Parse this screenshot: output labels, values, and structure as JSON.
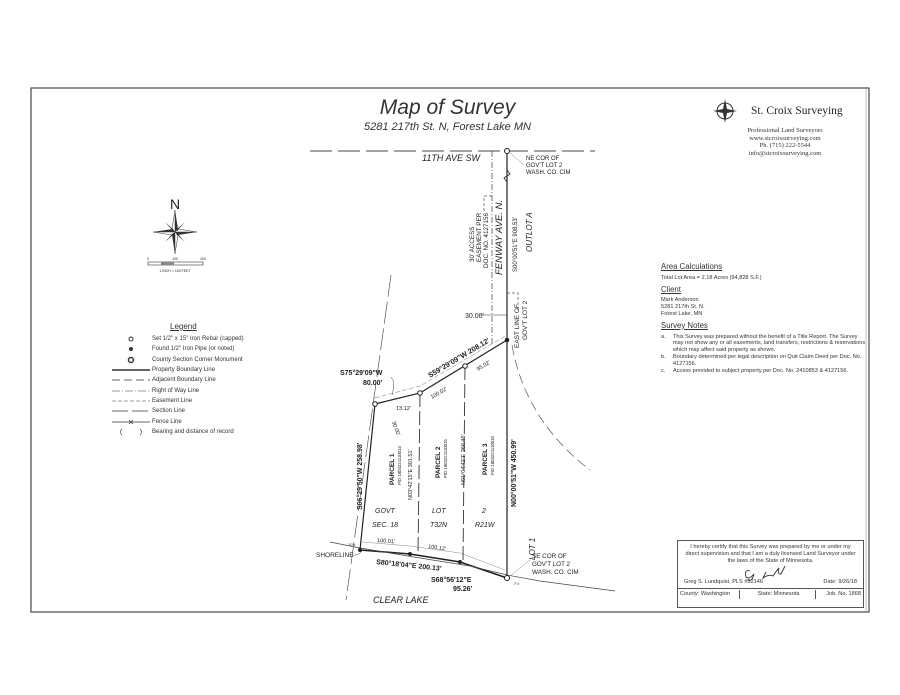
{
  "header": {
    "title": "Map of Survey",
    "subtitle": "5281 217th St. N, Forest Lake MN"
  },
  "company": {
    "name": "St. Croix Surveying",
    "tagline": "Professional Land Surveyors",
    "website": "www.stcroixsurveying.com",
    "phone": "Ph. (715) 222-5544",
    "email": "info@stcroixsurveying.com",
    "logo_icon": "compass-rose-icon"
  },
  "north_arrow": {
    "label": "N",
    "scale_ticks": [
      "0",
      "100",
      "200"
    ],
    "scale_text": "1 INCH = 100 FEET"
  },
  "legend": {
    "title": "Legend",
    "items": [
      {
        "symbol": "open-circle",
        "label": "Set 1/2\" x 15\" Iron Rebar (capped)"
      },
      {
        "symbol": "filled-circle",
        "label": "Found 1/2\" Iron Pipe (or noted)"
      },
      {
        "symbol": "monument",
        "label": "County Section Corner Monument"
      },
      {
        "symbol": "thick-line",
        "label": "Property Boundary Line"
      },
      {
        "symbol": "long-dash",
        "label": "Adjacent Boundary Line"
      },
      {
        "symbol": "dash-dot",
        "label": "Right of Way Line"
      },
      {
        "symbol": "short-dash",
        "label": "Easement Line"
      },
      {
        "symbol": "section",
        "label": "Section Line"
      },
      {
        "symbol": "fence",
        "label": "Fence Line"
      },
      {
        "symbol": "parens",
        "label": "Bearing and distance of record"
      }
    ]
  },
  "map": {
    "road_north": "11TH AVE SW",
    "road_east": "FENWAY AVE. N.",
    "ne_corner": [
      "NE COR OF",
      "GOV'T LOT 2",
      "WASH. CO. CIM"
    ],
    "se_corner": [
      "SE COR OF",
      "GOV'T LOT 2",
      "WASH. CO. CIM"
    ],
    "easement": [
      "30' ACCESS",
      "EASEMENT PER",
      "DOC. NO. 4127156"
    ],
    "fenway_bearing": "S00°00'51\"E 908.53'",
    "outlot": "OUTLOT A",
    "east_line": [
      "EAST LINE OF",
      "GOV'T LOT 2"
    ],
    "width_30": "30.00'",
    "north_bearing": "S59°29'09\"W 208.12'",
    "north_sub_1": "100.02'",
    "north_sub_2": "95.02'",
    "jog_bearing": "S75°29'09\"W",
    "jog_distance": "80.00'",
    "jog_13": "13.12'",
    "dim_30_diag": "30.00'",
    "west_bearing": "S06°29'50\"W 258.98'",
    "east_bearing": "N00°00'51\"W 450.99'",
    "div_1": "N03°42'15\"E 301.51'",
    "div_2": "N01°04'42\"E 366.46'",
    "parcels": [
      {
        "label": "PARCEL 1",
        "pid": "PID 1803221110014"
      },
      {
        "label": "PARCEL 2",
        "pid": "PID 1803221110015"
      },
      {
        "label": "PARCEL 3",
        "pid": "PID 1803221110016"
      }
    ],
    "govt_lot": [
      "GOVT",
      "LOT",
      "2"
    ],
    "sec_twp_rng": [
      "SEC. 18",
      "T32N",
      "R21W"
    ],
    "lot_1": "LOT 1",
    "south_sub_1": "100.01'",
    "south_sub_2": "100.12'",
    "south_bearing": "S80°18'04\"E 200.13'",
    "south2_bearing": "S68°56'12\"E",
    "south2_distance": "95.26'",
    "shoreline": "SHORELINE",
    "ten_ft_left": "10'±",
    "ten_ft_right": "7'±",
    "lake": "CLEAR LAKE"
  },
  "area": {
    "heading": "Area Calculations",
    "text": "Total Lot Area = 2.18 Acres (94,828 S.F.)"
  },
  "client": {
    "heading": "Client",
    "lines": [
      "Mark Anderson",
      "5281 217th St. N.",
      "Forest Lake, MN"
    ]
  },
  "survey_notes": {
    "heading": "Survey Notes",
    "items": [
      {
        "key": "a.",
        "text": "This Survey was prepared without the benefit of a Title Report. The Survey may not show any or all easements, land transfers, restrictions & reservations which may affect said property as shown."
      },
      {
        "key": "b.",
        "text": "Boundary determined per legal description on Quit Claim Deed per Doc. No. 4127156."
      },
      {
        "key": "c.",
        "text": "Access provided to subject property per Doc. No. 2410853 & 4127156."
      }
    ]
  },
  "certification": {
    "text": "I hereby certify that this Survey was prepared by me or under my direct supervision and that I am a duly licensed Land Surveyor under the laws of the State of Minnesota.",
    "signer": "Greg S. Lundquist, PLS #52146",
    "date": "Date: 9/26/18",
    "county": "County: Washington",
    "state": "State: Minnesota",
    "job": "Job. No. 1868"
  },
  "colors": {
    "line": "#222222",
    "faint": "#9a9a9a",
    "paper": "#ffffff"
  }
}
